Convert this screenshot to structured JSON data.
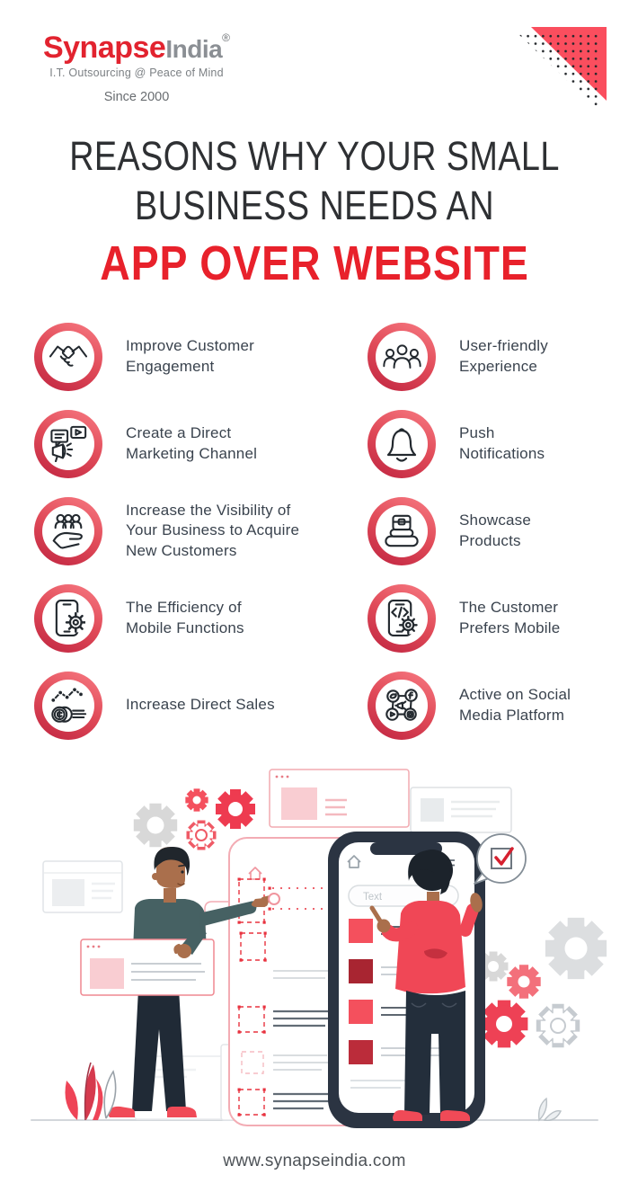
{
  "brand": {
    "name_primary": "Synapse",
    "name_secondary": "India",
    "registered": "®",
    "tagline": "I.T. Outsourcing @ Peace of Mind",
    "since": "Since 2000"
  },
  "title": {
    "line1": "REASONS WHY YOUR SMALL",
    "line2": "BUSINESS NEEDS AN",
    "highlight": "APP OVER WEBSITE"
  },
  "features": {
    "left": [
      {
        "icon": "handshake-icon",
        "label": "Improve Customer\nEngagement"
      },
      {
        "icon": "marketing-megaphone-icon",
        "label": "Create a Direct\nMarketing Channel"
      },
      {
        "icon": "audience-hand-icon",
        "label": "Increase the Visibility of\nYour Business to Acquire\nNew Customers"
      },
      {
        "icon": "phone-gear-icon",
        "label": "The Efficiency of\nMobile Functions"
      },
      {
        "icon": "sales-growth-coins-icon",
        "label": "Increase Direct Sales"
      }
    ],
    "right": [
      {
        "icon": "user-group-icon",
        "label": "User-friendly\nExperience"
      },
      {
        "icon": "bell-icon",
        "label": "Push\nNotifications"
      },
      {
        "icon": "product-showcase-icon",
        "label": "Showcase\nProducts"
      },
      {
        "icon": "phone-code-gear-icon",
        "label": "The Customer\nPrefers Mobile"
      },
      {
        "icon": "social-media-network-icon",
        "label": "Active on Social\nMedia Platform"
      }
    ]
  },
  "illustration": {
    "phone_search_placeholder": "Text"
  },
  "footer": {
    "website": "www.synapseindia.com"
  },
  "colors": {
    "brand_red": "#e2232f",
    "title_dark": "#2e3033",
    "title_red": "#e8212b",
    "ring_light": "#f4737c",
    "ring_dark": "#c22742",
    "feature_text": "#3a434e",
    "illustration_red": "#f04756",
    "illustration_dark_frame": "#2b3442",
    "illustration_teal": "#466163"
  }
}
